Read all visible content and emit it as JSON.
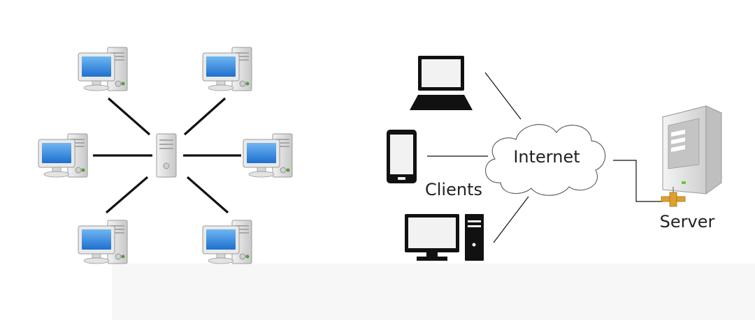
{
  "labels": {
    "internet": "Internet",
    "clients": "Clients",
    "server": "Server"
  },
  "colors": {
    "screen_blue": "#1e6fcf",
    "screen_light": "#6fb6f2",
    "case_gray": "#d9d9d9",
    "line": "#111111",
    "device_black": "#111111",
    "cloud_stroke": "#666666",
    "bottom_tint": "#f7f7f7"
  },
  "icons": {
    "peer_computer": "desktop-pc-icon",
    "hub": "network-hub-icon",
    "laptop": "laptop-icon",
    "phone": "smartphone-icon",
    "desktop": "desktop-tower-icon",
    "cloud": "cloud-icon",
    "server": "server-tower-icon"
  }
}
